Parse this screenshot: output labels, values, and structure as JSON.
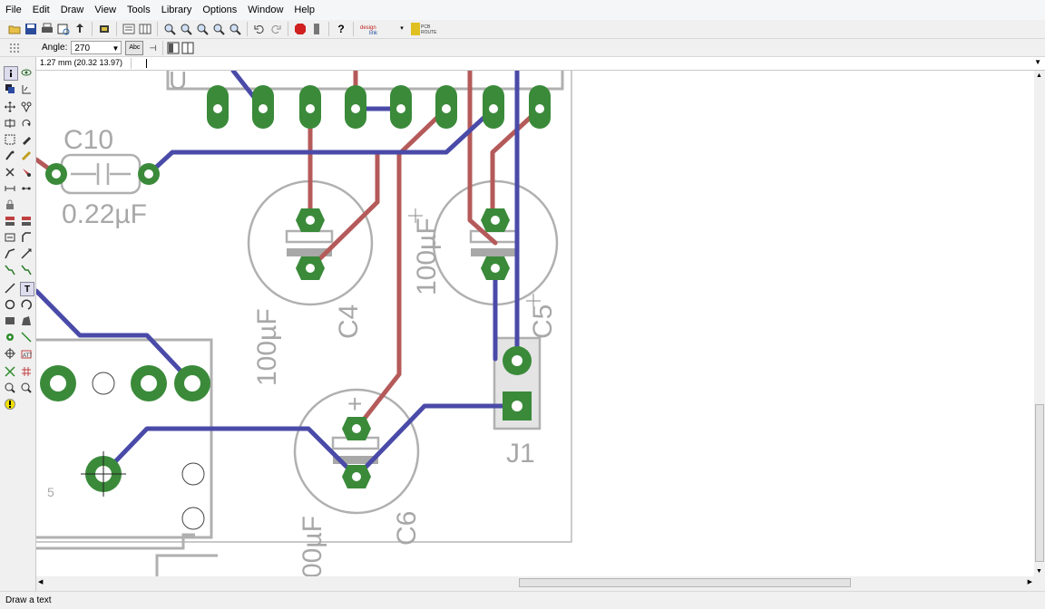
{
  "menu": [
    "File",
    "Edit",
    "Draw",
    "View",
    "Tools",
    "Library",
    "Options",
    "Window",
    "Help"
  ],
  "toolbar": {
    "design_link": "design link",
    "pcb_route": "PCB ROUTE"
  },
  "options_bar": {
    "angle_label": "Angle:",
    "angle_value": "270",
    "text_tool_label": "Abc"
  },
  "coord_readout": "1.27 mm (20.32 13.97)",
  "command_value": "",
  "pcb": {
    "board_colors": {
      "top_copper": "#b55a5a",
      "bottom_copper": "#4a4aa8",
      "pad": "#3a8a3a",
      "silkscreen": "#b0b0b0"
    },
    "components": [
      {
        "ref": "C10",
        "value": "0.22µF"
      },
      {
        "ref": "C4",
        "value": "100µF"
      },
      {
        "ref": "C5",
        "value": "100µF"
      },
      {
        "ref": "C6",
        "value": "00µF"
      },
      {
        "ref": "J1",
        "value": ""
      }
    ],
    "partial_ref_top": "U",
    "partial_ref_left": "5",
    "polarity_plus": "+"
  },
  "status": "Draw a text"
}
